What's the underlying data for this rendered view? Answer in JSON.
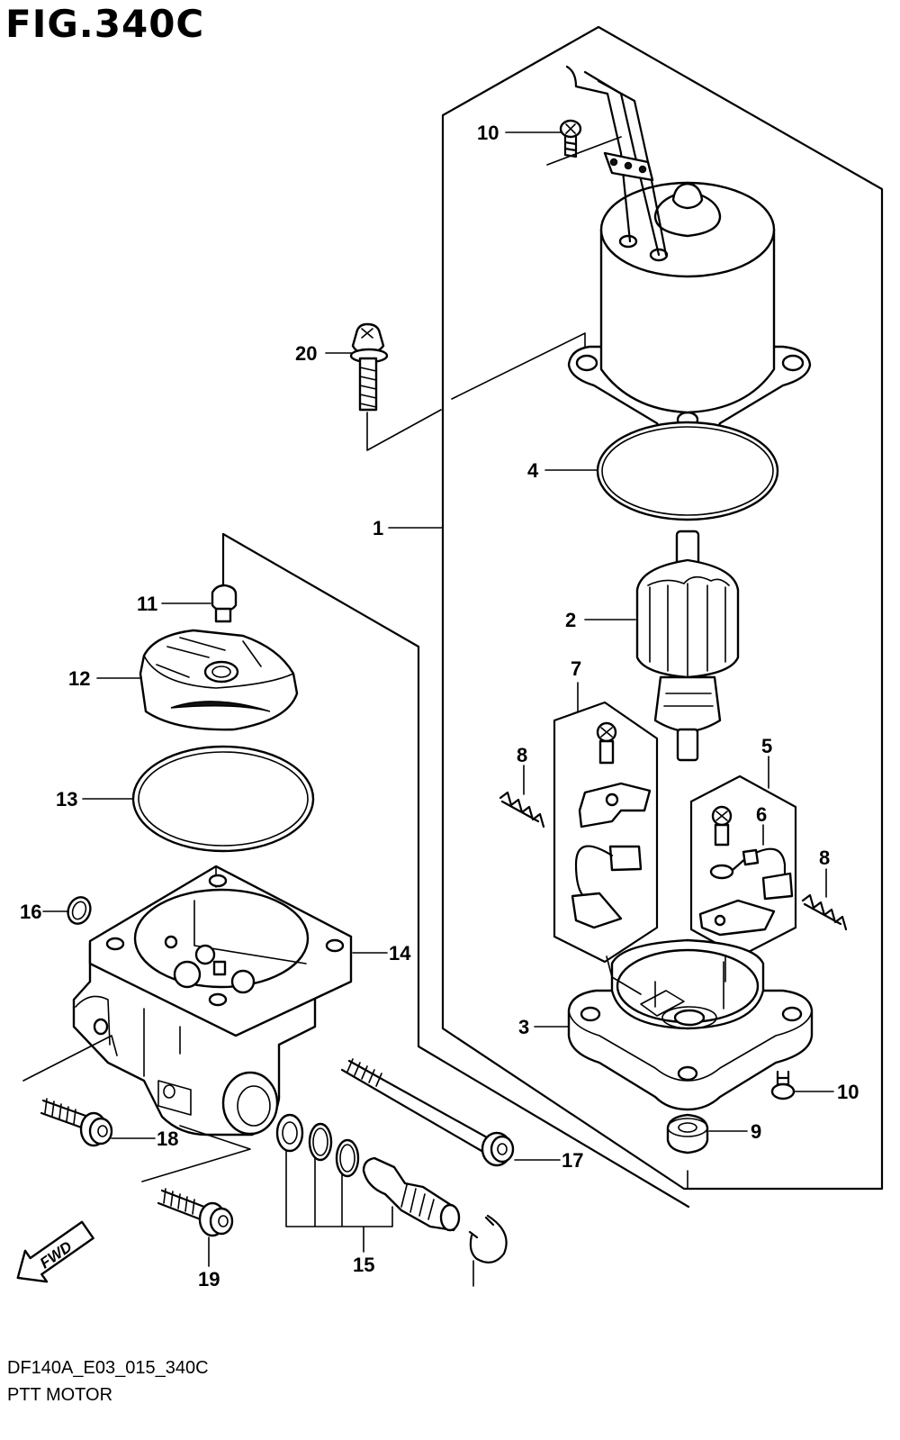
{
  "figure": {
    "title": "FIG.340C",
    "drawing_code": "DF140A_E03_015_340C",
    "assembly_name": "PTT MOTOR"
  },
  "direction_badge": {
    "label": "FWD",
    "icon": "forward-arrow-icon"
  },
  "callouts": [
    {
      "id": "callout-1",
      "label": "1"
    },
    {
      "id": "callout-2",
      "label": "2"
    },
    {
      "id": "callout-3",
      "label": "3"
    },
    {
      "id": "callout-4",
      "label": "4"
    },
    {
      "id": "callout-5",
      "label": "5"
    },
    {
      "id": "callout-6",
      "label": "6"
    },
    {
      "id": "callout-7",
      "label": "7"
    },
    {
      "id": "callout-8a",
      "label": "8"
    },
    {
      "id": "callout-8b",
      "label": "8"
    },
    {
      "id": "callout-9",
      "label": "9"
    },
    {
      "id": "callout-10a",
      "label": "10"
    },
    {
      "id": "callout-10b",
      "label": "10"
    },
    {
      "id": "callout-11",
      "label": "11"
    },
    {
      "id": "callout-12",
      "label": "12"
    },
    {
      "id": "callout-13",
      "label": "13"
    },
    {
      "id": "callout-14",
      "label": "14"
    },
    {
      "id": "callout-15",
      "label": "15"
    },
    {
      "id": "callout-16",
      "label": "16"
    },
    {
      "id": "callout-17",
      "label": "17"
    },
    {
      "id": "callout-18",
      "label": "18"
    },
    {
      "id": "callout-19",
      "label": "19"
    },
    {
      "id": "callout-20",
      "label": "20"
    }
  ]
}
